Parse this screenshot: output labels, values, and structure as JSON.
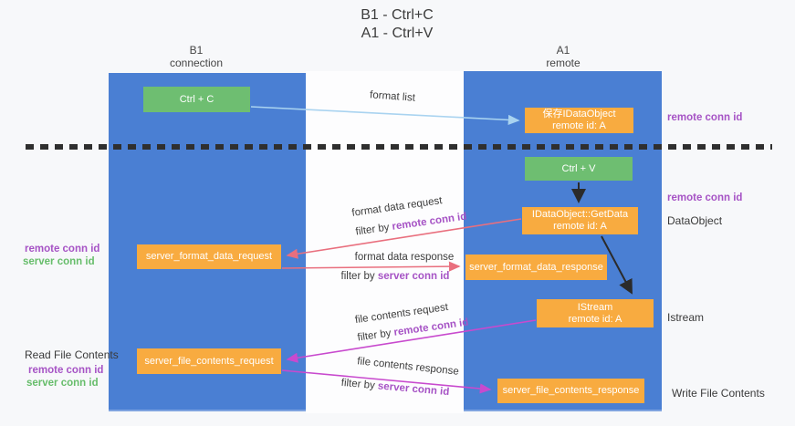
{
  "title": {
    "line1": "B1 - Ctrl+C",
    "line2": "A1 - Ctrl+V"
  },
  "columns": [
    {
      "title": "B1",
      "subtitle": "connection"
    },
    {
      "title": "A1",
      "subtitle": "remote"
    }
  ],
  "nodes": {
    "ctrl_c": {
      "label": "Ctrl + C"
    },
    "ctrl_v": {
      "label": "Ctrl + V"
    },
    "save_dataobject": {
      "line1": "保存IDataObject",
      "line2": "remote id: A"
    },
    "getdata": {
      "line1": "IDataObject::GetData",
      "line2": "remote id: A"
    },
    "istream": {
      "line1": "IStream",
      "line2": "remote id: A"
    },
    "format_request": {
      "label": "server_format_data_request"
    },
    "format_response": {
      "label": "server_format_data_response"
    },
    "file_request": {
      "label": "server_file_contents_request"
    },
    "file_response": {
      "label": "server_file_contents_response"
    }
  },
  "edges": {
    "format_list": {
      "label": "format list"
    },
    "format_request": {
      "label": "format data request",
      "filter_prefix": "filter by ",
      "filter_key": "remote conn id"
    },
    "format_response": {
      "label": "format data response",
      "filter_prefix": "filter by ",
      "filter_key": "server conn id"
    },
    "file_request": {
      "label": "file contents request",
      "filter_prefix": "filter by ",
      "filter_key": "remote conn id"
    },
    "file_response": {
      "label": "file contents response",
      "filter_prefix": "filter by ",
      "filter_key": "server conn id"
    }
  },
  "annotations": {
    "right_top_remote": "remote conn id",
    "right_mid_remote": "remote conn id",
    "right_dataobject": "DataObject",
    "right_istream": "Istream",
    "right_write": "Write File Contents",
    "left_mid_remote": "remote conn id",
    "left_mid_server": "server conn id",
    "left_read": "Read File Contents",
    "left_bottom_remote": "remote conn id",
    "left_bottom_server": "server conn id"
  },
  "colors": {
    "background": "#f7f8fa",
    "column_blue": "#4a7fd3",
    "node_green": "#6ebe71",
    "node_orange": "#f8ab40",
    "arrow_blue": "#a9d3f0",
    "arrow_salmon": "#e96f7e",
    "arrow_magenta": "#c84ace",
    "arrow_black": "#2b2b2b",
    "label_purple": "#a653c5",
    "label_green": "#67bd6b"
  }
}
